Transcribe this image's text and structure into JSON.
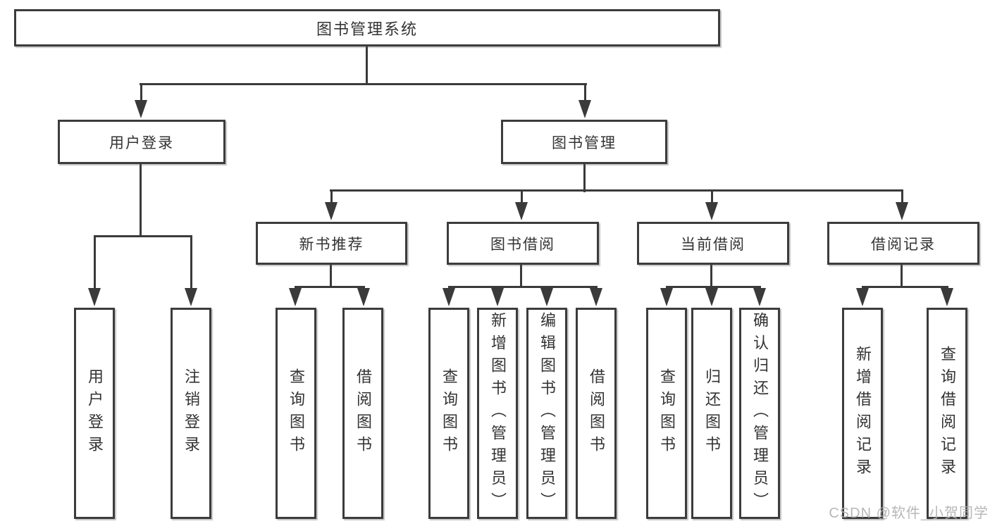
{
  "diagram": {
    "type": "hierarchy-tree",
    "background": "#ffffff",
    "line_color": "#3a3a3a",
    "text_color": "#333333",
    "watermark": "CSDN @软件_小贺同学",
    "watermark_color": "#b0b0b0",
    "nodes": [
      {
        "id": "root",
        "label": "图书管理系统",
        "parent": null,
        "level": 1
      },
      {
        "id": "user-login",
        "label": "用户登录",
        "parent": "root",
        "level": 2
      },
      {
        "id": "book-mgmt",
        "label": "图书管理",
        "parent": "root",
        "level": 2
      },
      {
        "id": "new-book-rec",
        "label": "新书推荐",
        "parent": "book-mgmt",
        "level": 3
      },
      {
        "id": "book-borrow",
        "label": "图书借阅",
        "parent": "book-mgmt",
        "level": 3
      },
      {
        "id": "current-borrow",
        "label": "当前借阅",
        "parent": "book-mgmt",
        "level": 3
      },
      {
        "id": "borrow-records",
        "label": "借阅记录",
        "parent": "book-mgmt",
        "level": 3
      },
      {
        "id": "leaf-user-login",
        "label": "用户登录",
        "parent": "user-login",
        "level": 4
      },
      {
        "id": "leaf-logout",
        "label": "注销登录",
        "parent": "user-login",
        "level": 4
      },
      {
        "id": "rec-query-book",
        "label": "查询图书",
        "parent": "new-book-rec",
        "level": 4
      },
      {
        "id": "rec-borrow-book",
        "label": "借阅图书",
        "parent": "new-book-rec",
        "level": 4
      },
      {
        "id": "bb-query-book",
        "label": "查询图书",
        "parent": "book-borrow",
        "level": 4
      },
      {
        "id": "bb-add-book",
        "label": "新增图书（管理员）",
        "parent": "book-borrow",
        "level": 4
      },
      {
        "id": "bb-edit-book",
        "label": "编辑图书（管理员）",
        "parent": "book-borrow",
        "level": 4
      },
      {
        "id": "bb-borrow-book",
        "label": "借阅图书",
        "parent": "book-borrow",
        "level": 4
      },
      {
        "id": "cb-query-book",
        "label": "查询图书",
        "parent": "current-borrow",
        "level": 4
      },
      {
        "id": "cb-return-book",
        "label": "归还图书",
        "parent": "current-borrow",
        "level": 4
      },
      {
        "id": "cb-confirm-return",
        "label": "确认归还（管理员）",
        "parent": "current-borrow",
        "level": 4
      },
      {
        "id": "br-add-record",
        "label": "新增借阅记录",
        "parent": "borrow-records",
        "level": 4
      },
      {
        "id": "br-query-record",
        "label": "查询借阅记录",
        "parent": "borrow-records",
        "level": 4
      }
    ]
  }
}
